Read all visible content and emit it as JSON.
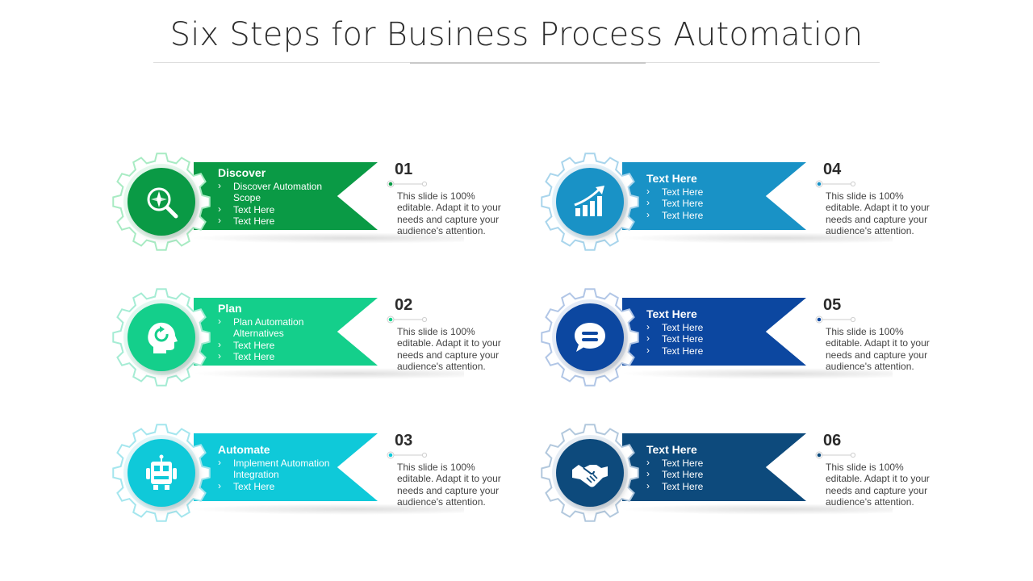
{
  "title": "Six Steps for Business Process Automation",
  "steps": [
    {
      "number": "01",
      "title": "Discover",
      "bullets": [
        "Discover Automation Scope",
        "Text Here",
        "Text Here"
      ],
      "description": "This slide is 100% editable. Adapt it to your needs and capture your audience's attention.",
      "icon": "compass-search-icon",
      "color": "#0a9a45",
      "gear_color": "#a8ebc3",
      "gear_inner": "#e4f8ec"
    },
    {
      "number": "02",
      "title": "Plan",
      "bullets": [
        "Plan Automation Alternatives",
        "Text Here",
        "Text Here"
      ],
      "description": "This slide is 100% editable. Adapt it to your needs and capture your audience's attention.",
      "icon": "head-refresh-icon",
      "color": "#14cf8b",
      "gear_color": "#a5ecd4",
      "gear_inner": "#e2f8f0"
    },
    {
      "number": "03",
      "title": "Automate",
      "bullets": [
        "Implement Automation Integration",
        "Text Here"
      ],
      "description": "This slide is 100% editable. Adapt it to your needs and capture your audience's attention.",
      "icon": "robot-icon",
      "color": "#0fc9d9",
      "gear_color": "#a4e6ee",
      "gear_inner": "#e0f6f9"
    },
    {
      "number": "04",
      "title": "Text Here",
      "bullets": [
        "Text Here",
        "Text Here",
        "Text Here"
      ],
      "description": "This slide is 100% editable. Adapt it to your needs and capture your audience's attention.",
      "icon": "growth-chart-icon",
      "color": "#1992c6",
      "gear_color": "#a9d5ec",
      "gear_inner": "#e2f1f9"
    },
    {
      "number": "05",
      "title": "Text Here",
      "bullets": [
        "Text Here",
        "Text Here",
        "Text Here"
      ],
      "description": "This slide is 100% editable. Adapt it to your needs and capture your audience's attention.",
      "icon": "chat-bubble-icon",
      "color": "#0c47a0",
      "gear_color": "#b1c6e6",
      "gear_inner": "#e5ecf7"
    },
    {
      "number": "06",
      "title": "Text Here",
      "bullets": [
        "Text Here",
        "Text Here",
        "Text Here"
      ],
      "description": "This slide is 100% editable. Adapt it to your needs and capture your audience's attention.",
      "icon": "handshake-icon",
      "color": "#0d4a7c",
      "gear_color": "#b2c8dd",
      "gear_inner": "#e6edf4"
    }
  ]
}
